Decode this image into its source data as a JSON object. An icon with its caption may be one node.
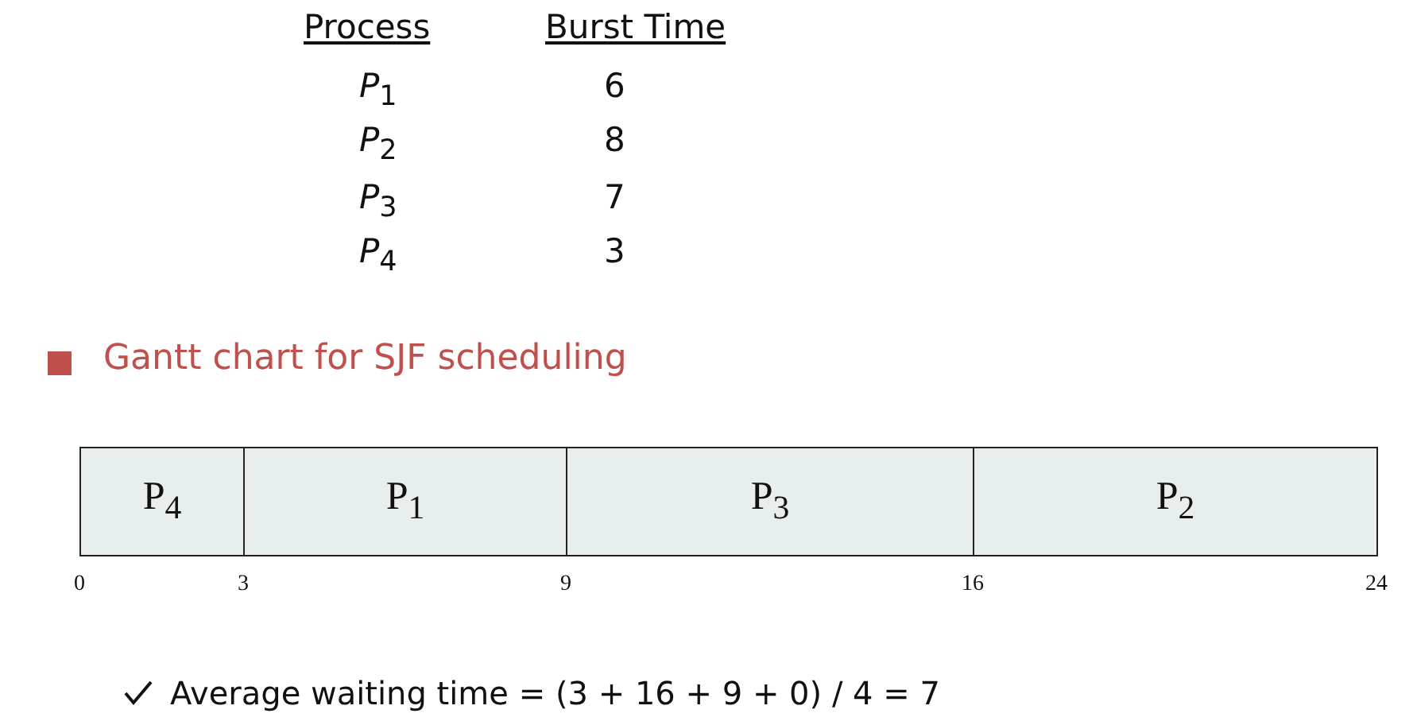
{
  "diagram": {
    "title": "Gantt chart for SJF scheduling",
    "nodes": [
      {
        "text": [
          "P$_{4}$"
        ]
      },
      {
        "text": [
          "P$_{1}$"
        ]
      },
      {
        "text": [
          "P$_{3}$"
        ]
      },
      {
        "text": [
          "P$_{2}$"
        ]
      }
    ],
    "edges": [],
    "labels": [
      "Process",
      "Burst Time",
      "*P*$_{1}$",
      "6",
      "*P*$_{2}$",
      "8",
      "*P*$_{3}$",
      "7",
      "*P*$_{4}$",
      "3",
      "0",
      "3",
      "9",
      "16",
      "24",
      "Average waiting time = (3 + 16 + 9 + 0) / 4 = 7"
    ]
  }
}
